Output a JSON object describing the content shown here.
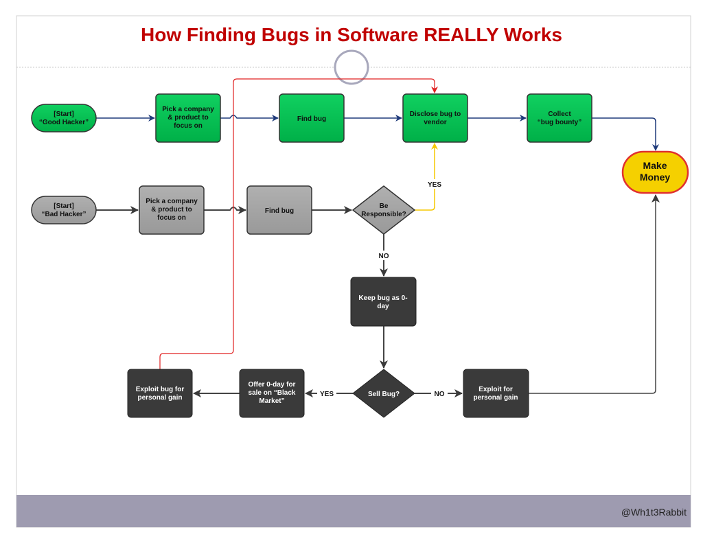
{
  "title": "How Finding Bugs in Software REALLY Works",
  "credit": "@Wh1t3Rabbit",
  "colors": {
    "title": "#c00000",
    "good": "#00c050",
    "bad": "#a6a6a6",
    "dark": "#3a3a3a",
    "money": "#f5d000",
    "footer": "#9e9bb0",
    "red_link": "#e02020",
    "yes_link": "#f5c800",
    "good_link": "#1f3a7a"
  },
  "good_row": {
    "start": [
      "[Start]",
      "“Good Hacker”"
    ],
    "pick": [
      "Pick a company",
      "& product to",
      "focus on"
    ],
    "find": [
      "Find bug"
    ],
    "disclose": [
      "Disclose bug to",
      "vendor"
    ],
    "collect": [
      "Collect",
      "“bug bounty”"
    ]
  },
  "money": [
    "Make",
    "Money"
  ],
  "bad_row": {
    "start": [
      "[Start]",
      "“Bad Hacker”"
    ],
    "pick": [
      "Pick a company",
      "& product to",
      "focus on"
    ],
    "find": [
      "Find bug"
    ],
    "responsible": [
      "Be",
      "Responsible?"
    ],
    "keep": [
      "Keep bug as 0-",
      "day"
    ],
    "sell": [
      "Sell Bug?"
    ],
    "exploit_gain": [
      "Exploit for",
      "personal gain"
    ],
    "offer": [
      "Offer 0-day for",
      "sale on “Black",
      "Market”"
    ],
    "exploit_bug": [
      "Exploit bug for",
      "personal gain"
    ]
  },
  "edge_labels": {
    "yes_responsible": "YES",
    "no_responsible": "NO",
    "yes_sell": "YES",
    "no_sell": "NO"
  }
}
